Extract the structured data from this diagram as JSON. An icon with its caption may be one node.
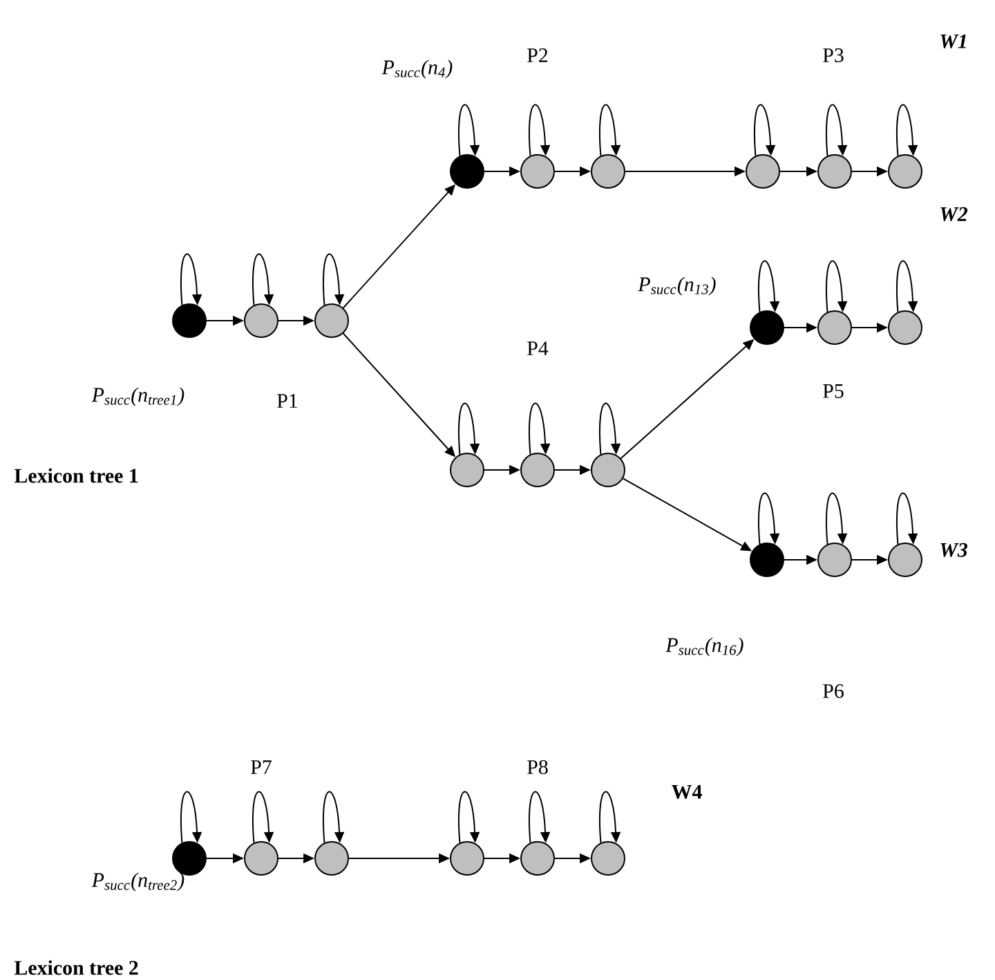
{
  "diagram": {
    "nodes": [
      {
        "text": [],
        "shape": "circle",
        "beside": [
          "P$_{succ}$(n$_{tree1}$)"
        ]
      },
      {
        "text": [],
        "shape": "circle"
      },
      {
        "text": [],
        "shape": "circle"
      },
      {
        "text": [],
        "shape": "circle",
        "beside": [
          "P$_{succ}$(n$_{4}$)"
        ]
      },
      {
        "text": [],
        "shape": "circle"
      },
      {
        "text": [],
        "shape": "circle"
      },
      {
        "text": [],
        "shape": "circle"
      },
      {
        "text": [],
        "shape": "circle"
      },
      {
        "text": [],
        "shape": "circle"
      },
      {
        "text": [],
        "shape": "circle",
        "beside": [
          "P$_{succ}$(n$_{13}$)"
        ]
      },
      {
        "text": [],
        "shape": "circle"
      },
      {
        "text": [],
        "shape": "circle"
      },
      {
        "text": [],
        "shape": "circle"
      },
      {
        "text": [],
        "shape": "circle"
      },
      {
        "text": [],
        "shape": "circle"
      },
      {
        "text": [],
        "shape": "circle",
        "beside": [
          "P$_{succ}$(n$_{16}$)"
        ]
      },
      {
        "text": [],
        "shape": "circle"
      },
      {
        "text": [],
        "shape": "circle"
      },
      {
        "text": [],
        "shape": "circle",
        "beside": [
          "P$_{succ}$(n$_{tree2}$)"
        ]
      },
      {
        "text": [],
        "shape": "circle"
      },
      {
        "text": [],
        "shape": "circle"
      },
      {
        "text": [],
        "shape": "circle"
      },
      {
        "text": [],
        "shape": "circle"
      },
      {
        "text": [],
        "shape": "circle"
      }
    ],
    "edges": [
      {
        "from": 0,
        "to": 0,
        "arrow": "to"
      },
      {
        "from": 1,
        "to": 1,
        "arrow": "to"
      },
      {
        "from": 2,
        "to": 2,
        "arrow": "to"
      },
      {
        "from": 3,
        "to": 3,
        "arrow": "to"
      },
      {
        "from": 4,
        "to": 4,
        "arrow": "to"
      },
      {
        "from": 5,
        "to": 5,
        "arrow": "to"
      },
      {
        "from": 6,
        "to": 6,
        "arrow": "to"
      },
      {
        "from": 7,
        "to": 7,
        "arrow": "to"
      },
      {
        "from": 8,
        "to": 8,
        "arrow": "to"
      },
      {
        "from": 9,
        "to": 9,
        "arrow": "to"
      },
      {
        "from": 10,
        "to": 10,
        "arrow": "to"
      },
      {
        "from": 11,
        "to": 11,
        "arrow": "to"
      },
      {
        "from": 12,
        "to": 12,
        "arrow": "to"
      },
      {
        "from": 13,
        "to": 13,
        "arrow": "to"
      },
      {
        "from": 14,
        "to": 14,
        "arrow": "to"
      },
      {
        "from": 15,
        "to": 15,
        "arrow": "to"
      },
      {
        "from": 16,
        "to": 16,
        "arrow": "to"
      },
      {
        "from": 17,
        "to": 17,
        "arrow": "to"
      },
      {
        "from": 18,
        "to": 18,
        "arrow": "to"
      },
      {
        "from": 19,
        "to": 19,
        "arrow": "to"
      },
      {
        "from": 20,
        "to": 20,
        "arrow": "to"
      },
      {
        "from": 21,
        "to": 21,
        "arrow": "to"
      },
      {
        "from": 22,
        "to": 22,
        "arrow": "to"
      },
      {
        "from": 23,
        "to": 23,
        "arrow": "to"
      },
      {
        "from": 0,
        "to": 1,
        "arrow": "to"
      },
      {
        "from": 1,
        "to": 2,
        "arrow": "to"
      },
      {
        "from": 2,
        "to": 3,
        "arrow": "to"
      },
      {
        "from": 2,
        "to": 12,
        "arrow": "to"
      },
      {
        "from": 3,
        "to": 4,
        "arrow": "to"
      },
      {
        "from": 4,
        "to": 5,
        "arrow": "to"
      },
      {
        "from": 5,
        "to": 6,
        "arrow": "to"
      },
      {
        "from": 6,
        "to": 7,
        "arrow": "to"
      },
      {
        "from": 7,
        "to": 8,
        "arrow": "to"
      },
      {
        "from": 12,
        "to": 13,
        "arrow": "to"
      },
      {
        "from": 13,
        "to": 14,
        "arrow": "to"
      },
      {
        "from": 14,
        "to": 9,
        "arrow": "to"
      },
      {
        "from": 14,
        "to": 15,
        "arrow": "to"
      },
      {
        "from": 9,
        "to": 10,
        "arrow": "to"
      },
      {
        "from": 10,
        "to": 11,
        "arrow": "to"
      },
      {
        "from": 15,
        "to": 16,
        "arrow": "to"
      },
      {
        "from": 16,
        "to": 17,
        "arrow": "to"
      },
      {
        "from": 18,
        "to": 19,
        "arrow": "to"
      },
      {
        "from": 19,
        "to": 20,
        "arrow": "to"
      },
      {
        "from": 20,
        "to": 21,
        "arrow": "to"
      },
      {
        "from": 21,
        "to": 22,
        "arrow": "to"
      },
      {
        "from": 22,
        "to": 23,
        "arrow": "to"
      }
    ],
    "labels": [
      "P2",
      "P3",
      "W1",
      "W2",
      "P4",
      "P5",
      "P1",
      "Lexicon tree 1",
      "W3",
      "P6",
      "P7",
      "P8",
      "W4",
      "Lexicon tree 2"
    ]
  }
}
